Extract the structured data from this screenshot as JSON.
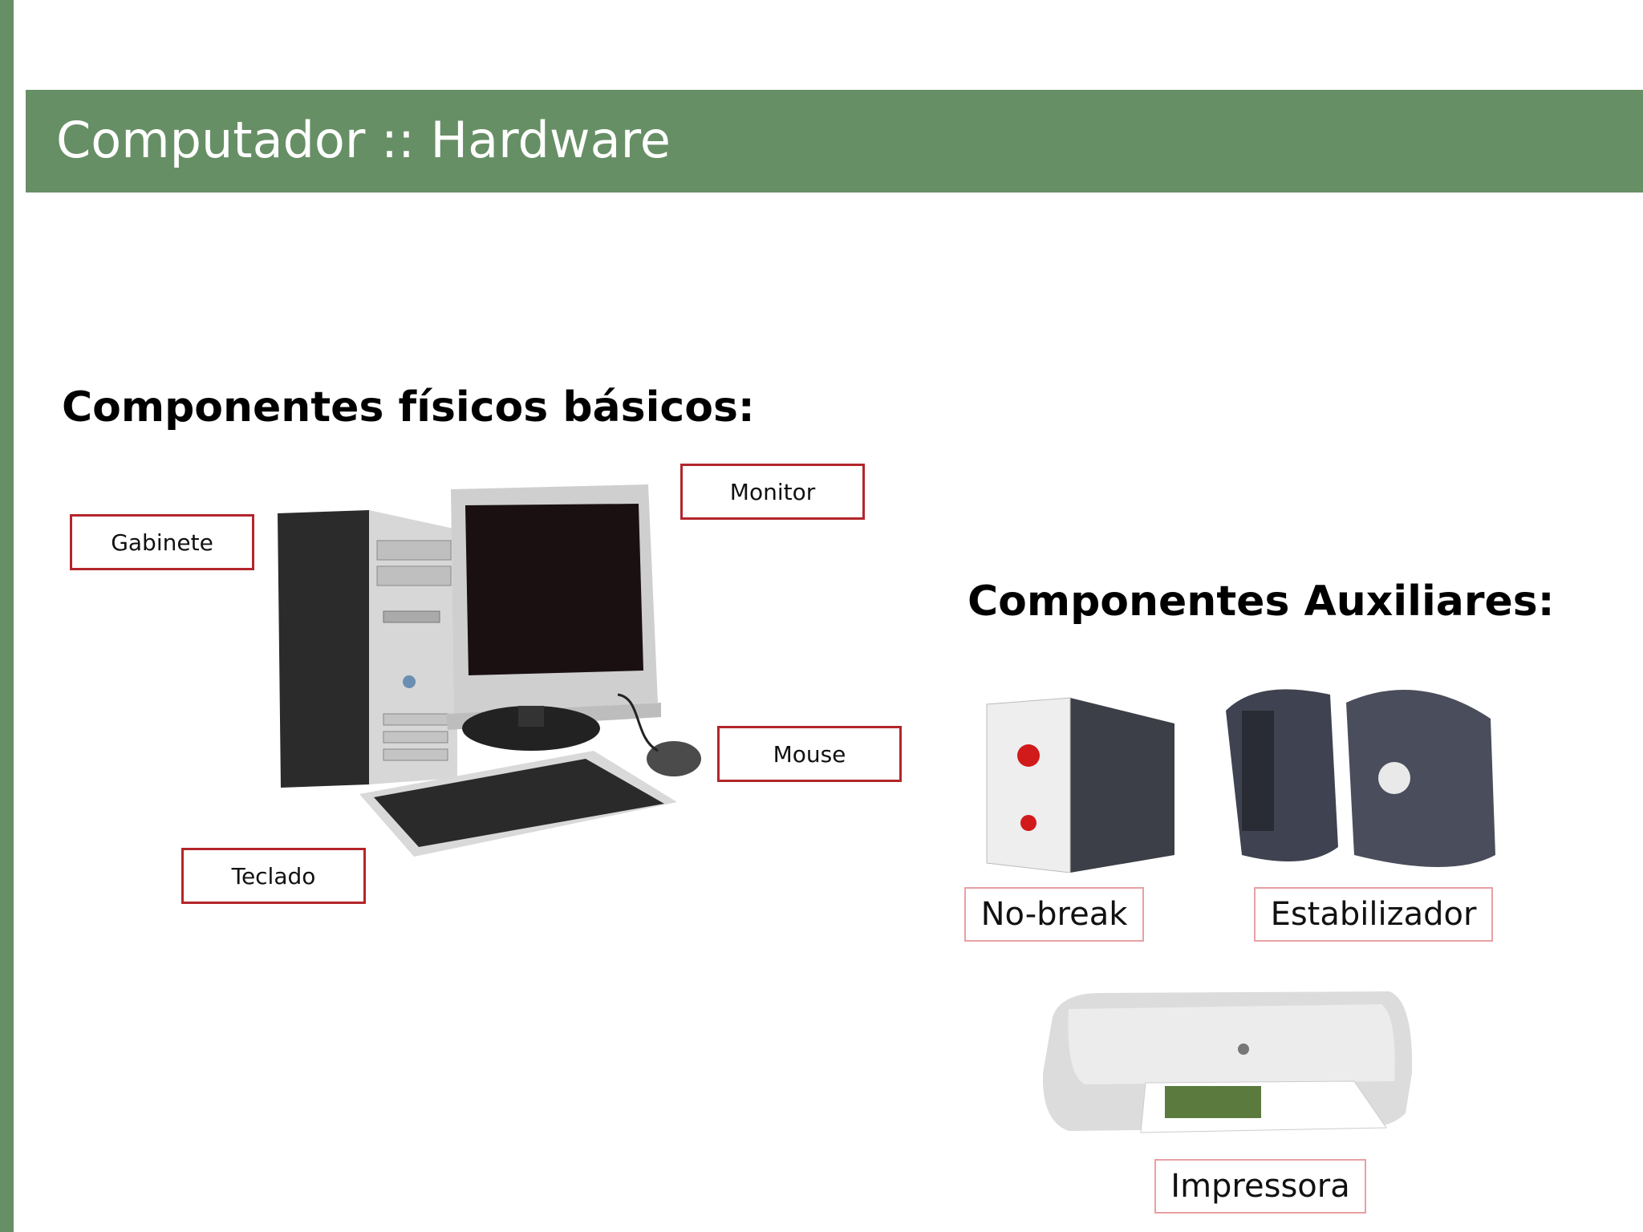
{
  "slide": {
    "title": "Computador :: Hardware",
    "accent_color": "#678f65",
    "label_border_color": "#b3262b",
    "light_label_border_color": "#e8a0a4"
  },
  "basic": {
    "heading": "Componentes físicos básicos:",
    "labels": {
      "gabinete": "Gabinete",
      "monitor": "Monitor",
      "mouse": "Mouse",
      "teclado": "Teclado"
    },
    "image": "desktop-computer-photo"
  },
  "auxiliary": {
    "heading": "Componentes Auxiliares:",
    "items": [
      {
        "label": "No-break",
        "image": "ups-photo"
      },
      {
        "label": "Estabilizador",
        "image": "voltage-stabilizer-photo"
      },
      {
        "label": "Impressora",
        "image": "inkjet-printer-photo"
      }
    ]
  }
}
